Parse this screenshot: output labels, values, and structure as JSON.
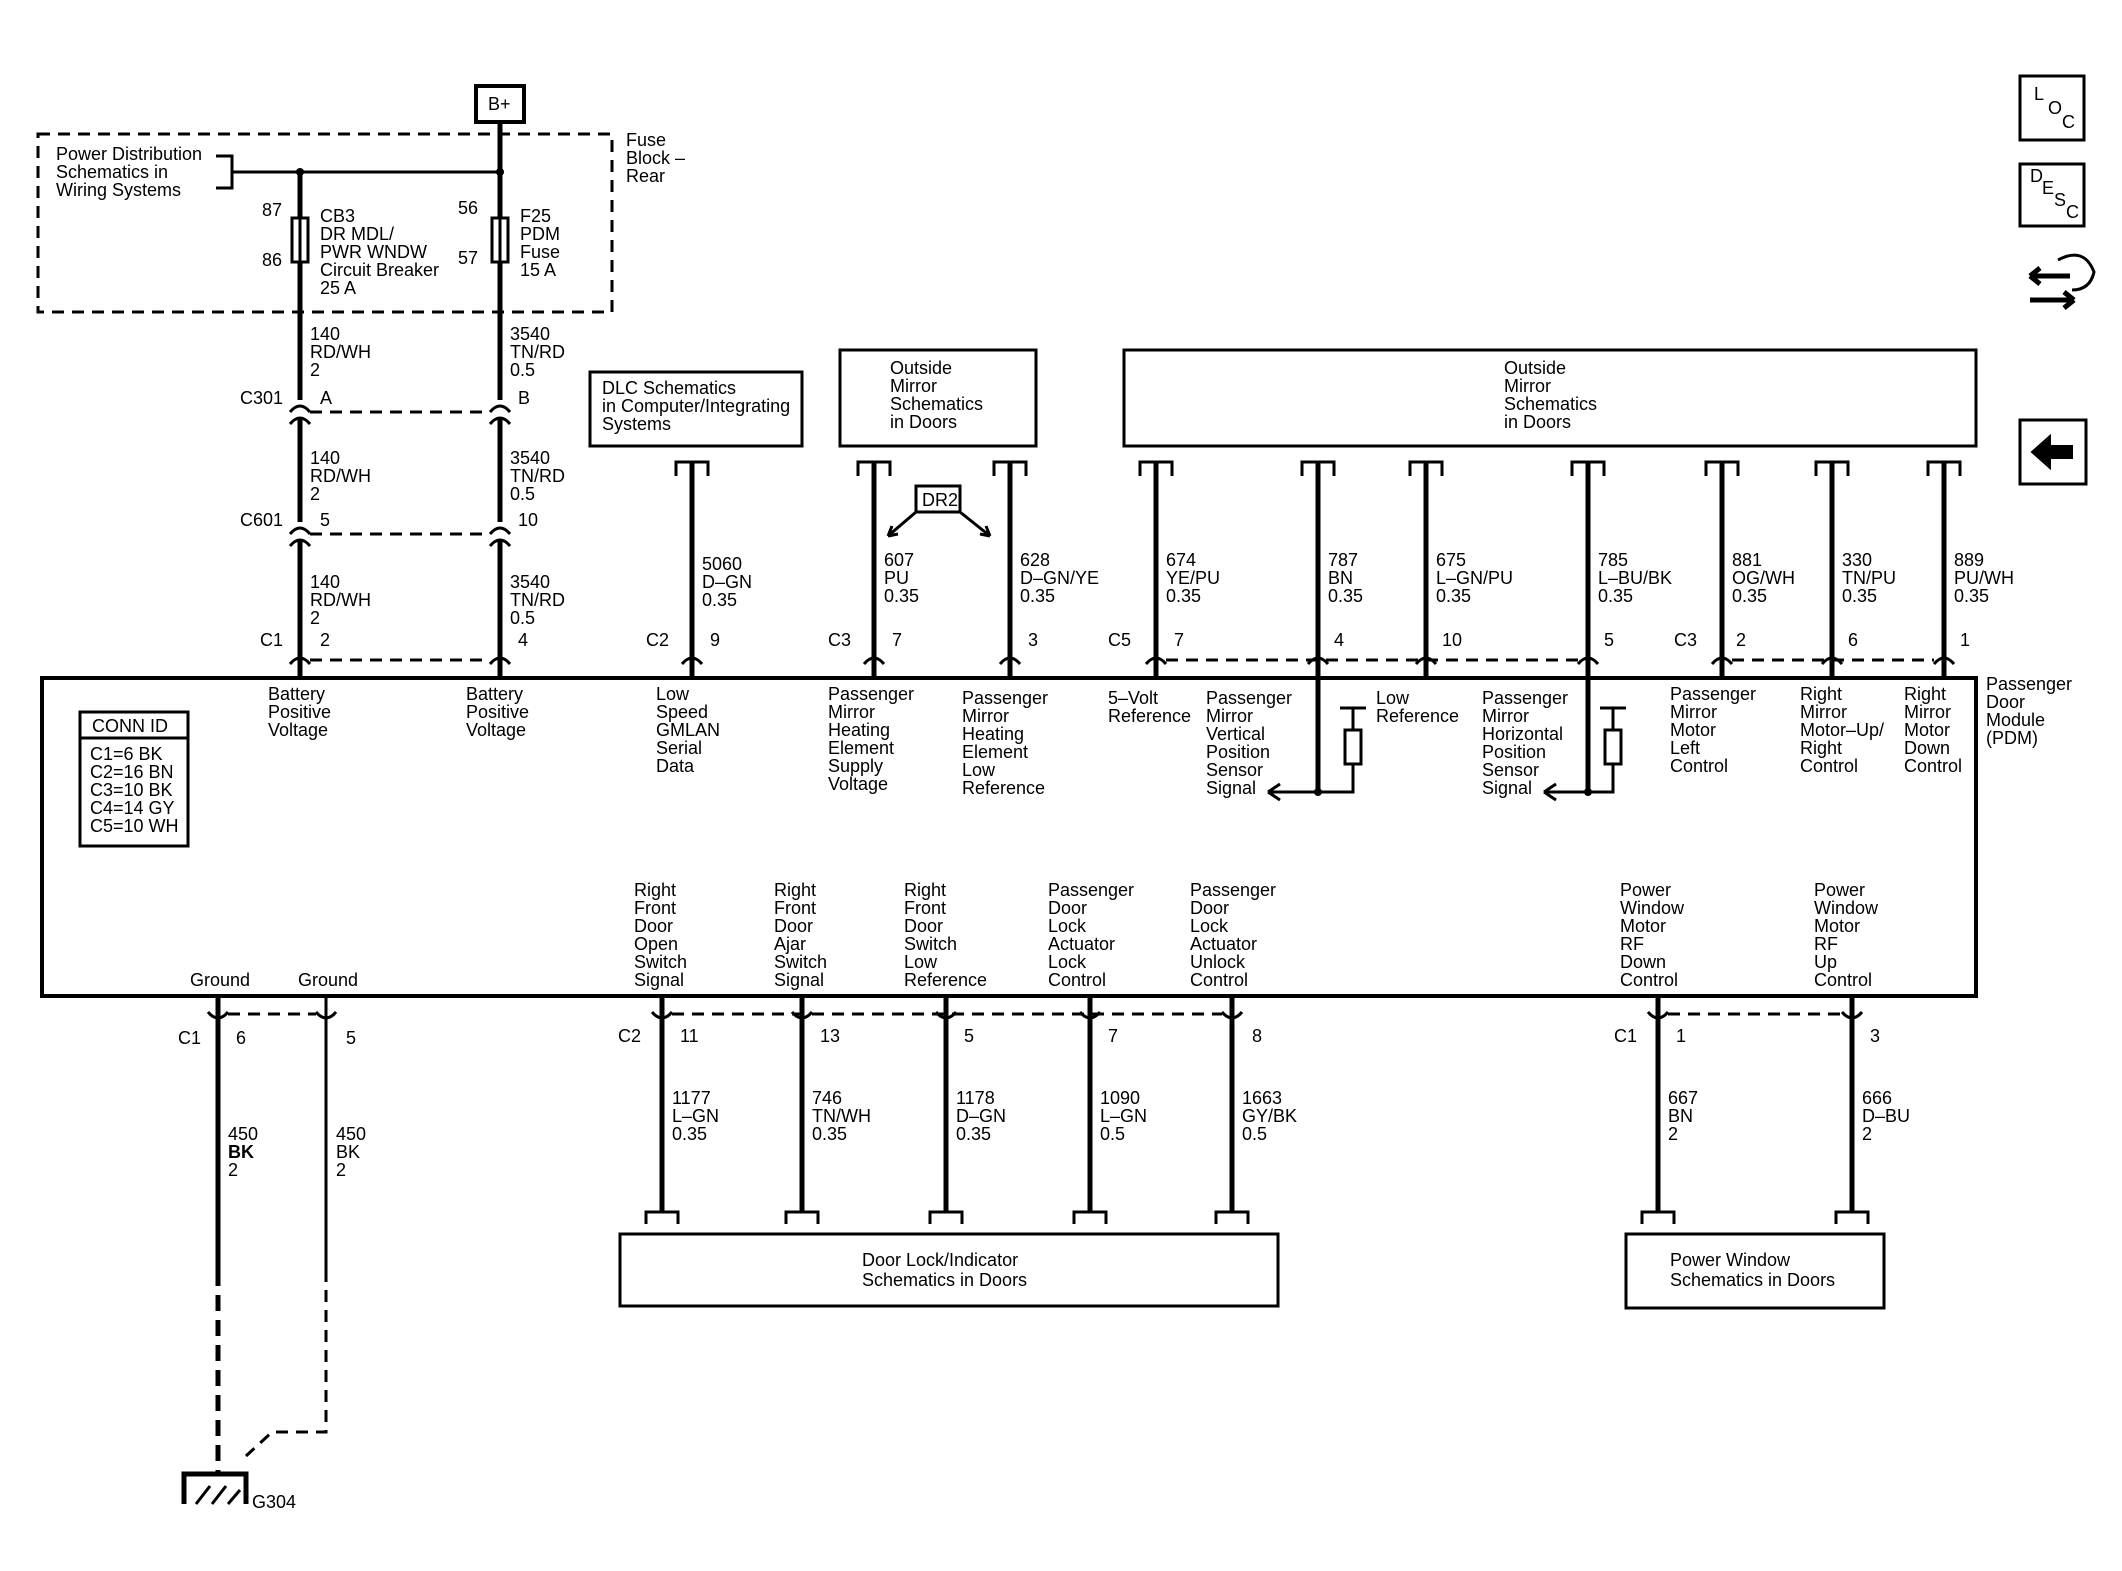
{
  "nav": {
    "loc": [
      "L",
      "O",
      "C"
    ],
    "desc": [
      "D",
      "E",
      "S",
      "C"
    ],
    "swap_icon": "swap-arrows-icon",
    "back_icon": "back-arrow-icon"
  },
  "bplus": "B+",
  "fuse_block": [
    "Fuse",
    "Block –",
    "Rear"
  ],
  "power_dist": [
    "Power Distribution",
    "Schematics in",
    "Wiring Systems"
  ],
  "cb3": {
    "pin_top": "87",
    "pin_bot": "86",
    "label": [
      "CB3",
      "DR MDL/",
      "PWR WNDW",
      "Circuit Breaker",
      "25 A"
    ]
  },
  "f25": {
    "pin_top": "56",
    "pin_bot": "57",
    "label": [
      "F25",
      "PDM",
      "Fuse",
      "15 A"
    ]
  },
  "wires_left": [
    [
      "140",
      "RD/WH",
      "2"
    ],
    [
      "140",
      "RD/WH",
      "2"
    ],
    [
      "140",
      "RD/WH",
      "2"
    ]
  ],
  "wires_right": [
    [
      "3540",
      "TN/RD",
      "0.5"
    ],
    [
      "3540",
      "TN/RD",
      "0.5"
    ],
    [
      "3540",
      "TN/RD",
      "0.5"
    ]
  ],
  "c301": {
    "name": "C301",
    "pins": [
      "A",
      "B"
    ]
  },
  "c601": {
    "name": "C601",
    "pins": [
      "5",
      "10"
    ]
  },
  "module_top": {
    "c1": {
      "name": "C1",
      "pins": [
        "2",
        "4"
      ]
    },
    "c2": {
      "name": "C2",
      "pin": "9"
    },
    "c3": {
      "name": "C3",
      "pins": [
        "7",
        "3"
      ]
    },
    "c5": {
      "name": "C5",
      "pins": [
        "7",
        "4",
        "10",
        "5"
      ]
    },
    "c3b": {
      "name": "C3",
      "pins": [
        "2",
        "6",
        "1"
      ]
    }
  },
  "dlc_box": [
    "DLC Schematics",
    "in Computer/Integrating",
    "Systems"
  ],
  "om_box1": [
    "Outside",
    "Mirror",
    "Schematics",
    "in Doors"
  ],
  "om_box2": [
    "Outside",
    "Mirror",
    "Schematics",
    "in Doors"
  ],
  "dr2": "DR2",
  "top_wires": [
    [
      "5060",
      "D–GN",
      "0.35"
    ],
    [
      "607",
      "PU",
      "0.35"
    ],
    [
      "628",
      "D–GN/YE",
      "0.35"
    ],
    [
      "674",
      "YE/PU",
      "0.35"
    ],
    [
      "787",
      "BN",
      "0.35"
    ],
    [
      "675",
      "L–GN/PU",
      "0.35"
    ],
    [
      "785",
      "L–BU/BK",
      "0.35"
    ],
    [
      "881",
      "OG/WH",
      "0.35"
    ],
    [
      "330",
      "TN/PU",
      "0.35"
    ],
    [
      "889",
      "PU/WH",
      "0.35"
    ]
  ],
  "module_name": [
    "Passenger",
    "Door",
    "Module",
    "(PDM)"
  ],
  "conn_id": {
    "title": "CONN ID",
    "rows": [
      "C1=6 BK",
      "C2=16 BN",
      "C3=10 BK",
      "C4=14 GY",
      "C5=10 WH"
    ]
  },
  "top_labels": [
    [
      "Battery",
      "Positive",
      "Voltage"
    ],
    [
      "Battery",
      "Positive",
      "Voltage"
    ],
    [
      "Low",
      "Speed",
      "GMLAN",
      "Serial",
      "Data"
    ],
    [
      "Passenger",
      "Mirror",
      "Heating",
      "Element",
      "Supply",
      "Voltage"
    ],
    [
      "Passenger",
      "Mirror",
      "Heating",
      "Element",
      "Low",
      "Reference"
    ],
    [
      "5–Volt",
      "Reference"
    ],
    [
      "Passenger",
      "Mirror",
      "Vertical",
      "Position",
      "Sensor",
      "Signal"
    ],
    [
      "Low",
      "Reference"
    ],
    [
      "Passenger",
      "Mirror",
      "Horizontal",
      "Position",
      "Sensor",
      "Signal"
    ],
    [
      "Passenger",
      "Mirror",
      "Motor",
      "Left",
      "Control"
    ],
    [
      "Right",
      "Mirror",
      "Motor–Up/",
      "Right",
      "Control"
    ],
    [
      "Right",
      "Mirror",
      "Motor",
      "Down",
      "Control"
    ]
  ],
  "bottom_labels": [
    [
      "Ground"
    ],
    [
      "Ground"
    ],
    [
      "Right",
      "Front",
      "Door",
      "Open",
      "Switch",
      "Signal"
    ],
    [
      "Right",
      "Front",
      "Door",
      "Ajar",
      "Switch",
      "Signal"
    ],
    [
      "Right",
      "Front",
      "Door",
      "Switch",
      "Low",
      "Reference"
    ],
    [
      "Passenger",
      "Door",
      "Lock",
      "Actuator",
      "Lock",
      "Control"
    ],
    [
      "Passenger",
      "Door",
      "Lock",
      "Actuator",
      "Unlock",
      "Control"
    ],
    [
      "Power",
      "Window",
      "Motor",
      "RF",
      "Down",
      "Control"
    ],
    [
      "Power",
      "Window",
      "Motor",
      "RF",
      "Up",
      "Control"
    ]
  ],
  "module_bottom": {
    "c1": {
      "name": "C1",
      "pins": [
        "6",
        "5"
      ]
    },
    "c2": {
      "name": "C2",
      "pins": [
        "11",
        "13",
        "5",
        "7",
        "8"
      ]
    },
    "c1b": {
      "name": "C1",
      "pins": [
        "1",
        "3"
      ]
    }
  },
  "ground_wires": [
    [
      "450",
      "BK",
      "2"
    ],
    [
      "450",
      "BK",
      "2"
    ]
  ],
  "bottom_wires": [
    [
      "1177",
      "L–GN",
      "0.35"
    ],
    [
      "746",
      "TN/WH",
      "0.35"
    ],
    [
      "1178",
      "D–GN",
      "0.35"
    ],
    [
      "1090",
      "L–GN",
      "0.5"
    ],
    [
      "1663",
      "GY/BK",
      "0.5"
    ],
    [
      "667",
      "BN",
      "2"
    ],
    [
      "666",
      "D–BU",
      "2"
    ]
  ],
  "door_lock_box": [
    "Door Lock/Indicator",
    "Schematics in Doors"
  ],
  "power_window_box": [
    "Power Window",
    "Schematics in Doors"
  ],
  "ground_name": "G304"
}
